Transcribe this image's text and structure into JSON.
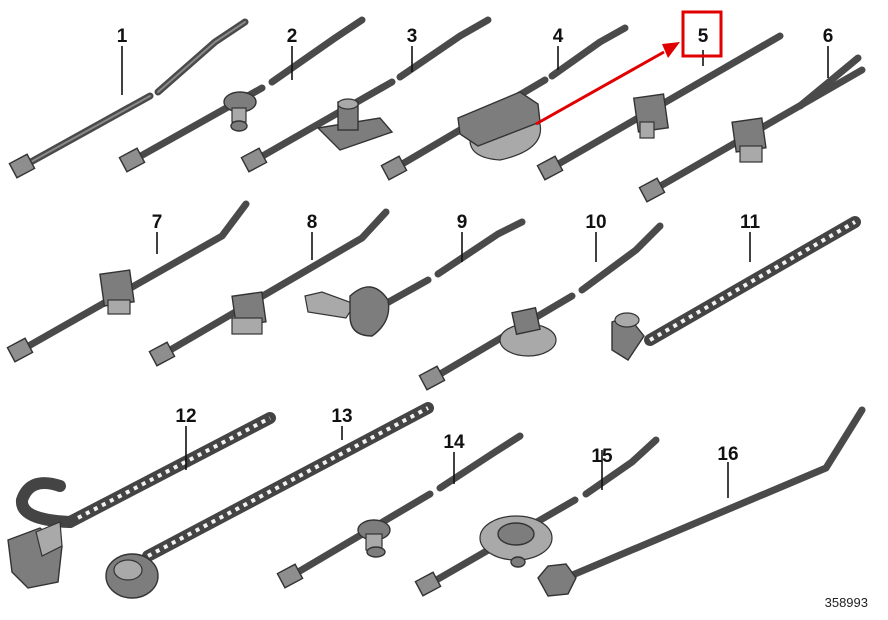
{
  "diagram": {
    "labels": [
      "1",
      "2",
      "3",
      "4",
      "5",
      "6",
      "7",
      "8",
      "9",
      "10",
      "11",
      "12",
      "13",
      "14",
      "15",
      "16"
    ],
    "highlighted_label": "5",
    "highlight_color": "#e00000",
    "reference_number": "358993"
  }
}
